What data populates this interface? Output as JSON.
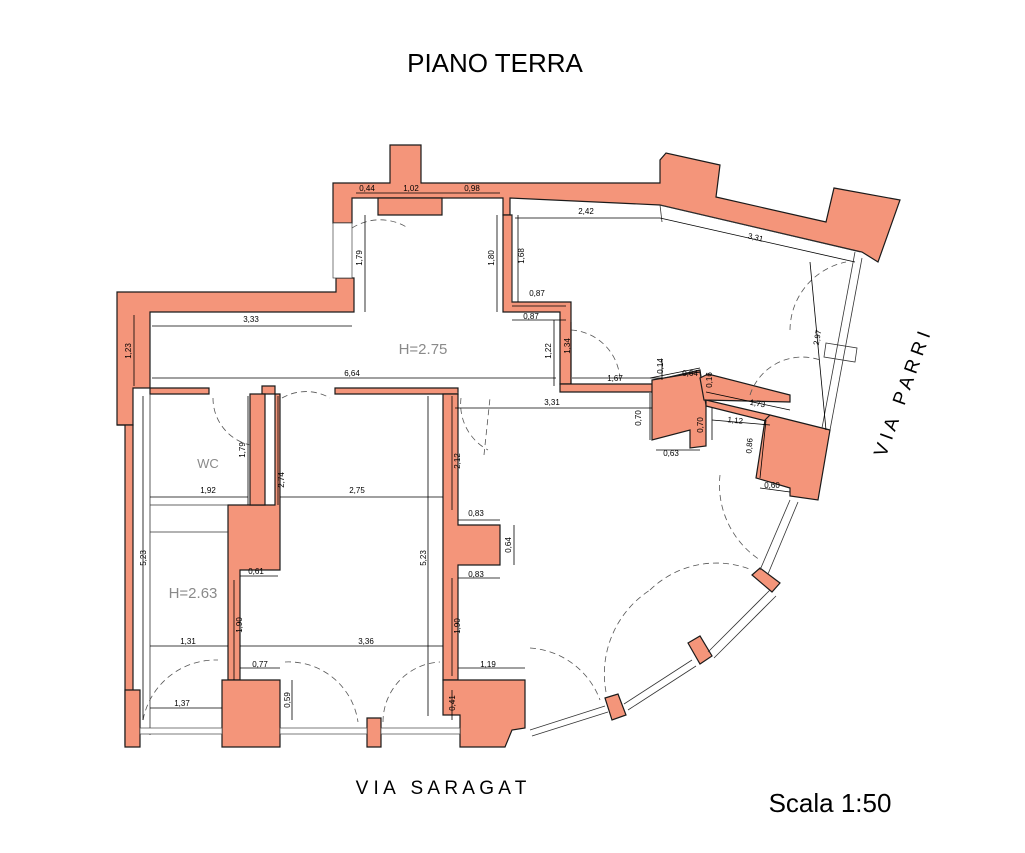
{
  "title": "PIANO TERRA",
  "scale_label": "Scala 1:50",
  "streets": {
    "bottom": "V I A   S A R A G A T",
    "right": "V I A   P A R R I"
  },
  "rooms": {
    "wc": "WC",
    "height_main": "H=2.75",
    "height_secondary": "H=2.63"
  },
  "colors": {
    "wall_fill": "#f4957a",
    "wall_outline": "#1a1a1a",
    "text_muted": "#8a8a8a"
  },
  "dimensions": {
    "d044": "0,44",
    "d102": "1,02",
    "d098": "0,98",
    "d242": "2,42",
    "d331a": "3,31",
    "d179a": "1,79",
    "d180": "1,80",
    "d168": "1,68",
    "d087a": "0,87",
    "d087b": "0,87",
    "d333": "3,33",
    "d123": "1,23",
    "d122": "1,22",
    "d134": "1,34",
    "d297": "2,97",
    "d014": "0,14",
    "d167": "1,67",
    "d064a": "0,64",
    "d016": "0,16",
    "d173": "1,73",
    "d664": "6,64",
    "d331b": "3,31",
    "d070a": "0,70",
    "d070b": "0,70",
    "d112": "1,12",
    "d063": "0,63",
    "d086": "0,86",
    "d060": "0,60",
    "d179b": "1,79",
    "d212": "2,12",
    "d192": "1,92",
    "d274": "2,74",
    "d275": "2,75",
    "d083a": "0,83",
    "d064b": "0,64",
    "d083b": "0,83",
    "d523a": "5,23",
    "d523b": "5,23",
    "d061": "0,61",
    "d190a": "1,90",
    "d190b": "1,90",
    "d131": "1,31",
    "d336": "3,36",
    "d077": "0,77",
    "d119": "1,19",
    "d137": "1,37",
    "d059": "0,59",
    "d041": "0,41"
  }
}
